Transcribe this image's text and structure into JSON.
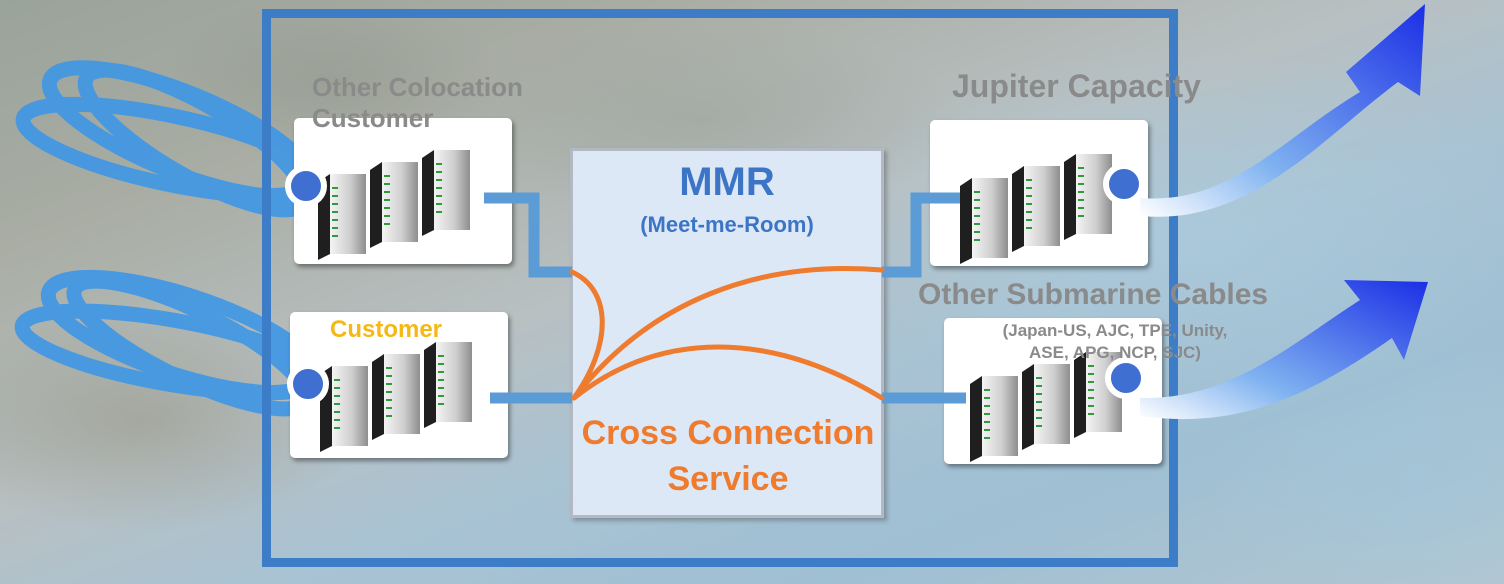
{
  "diagram": {
    "mmr": {
      "title": "MMR",
      "subtitle": "(Meet-me-Room)"
    },
    "cross_connection": {
      "line1": "Cross Connection",
      "line2": "Service"
    },
    "left_nodes": {
      "other_colocation": {
        "line1": "Other Colocation",
        "line2": "Customer"
      },
      "customer": {
        "label": "Customer"
      }
    },
    "right_nodes": {
      "jupiter": {
        "label": "Jupiter Capacity"
      },
      "other_cables": {
        "label": "Other Submarine Cables",
        "detail_line1": "(Japan-US, AJC, TPE, Unity,",
        "detail_line2": "ASE, APG, NCP, SJC)"
      }
    },
    "colors": {
      "frame": "#3d7dc7",
      "link": "#5b9bd6",
      "cross_connect": "#ee7b2e",
      "mmr_fill": "#dde8f7",
      "customer_label": "#f5b814",
      "arrow": "#1a2ee6"
    },
    "icons": [
      "fiber-loop-icon",
      "server-rack-icon",
      "connector-dot-icon",
      "outbound-arrow-icon"
    ]
  }
}
